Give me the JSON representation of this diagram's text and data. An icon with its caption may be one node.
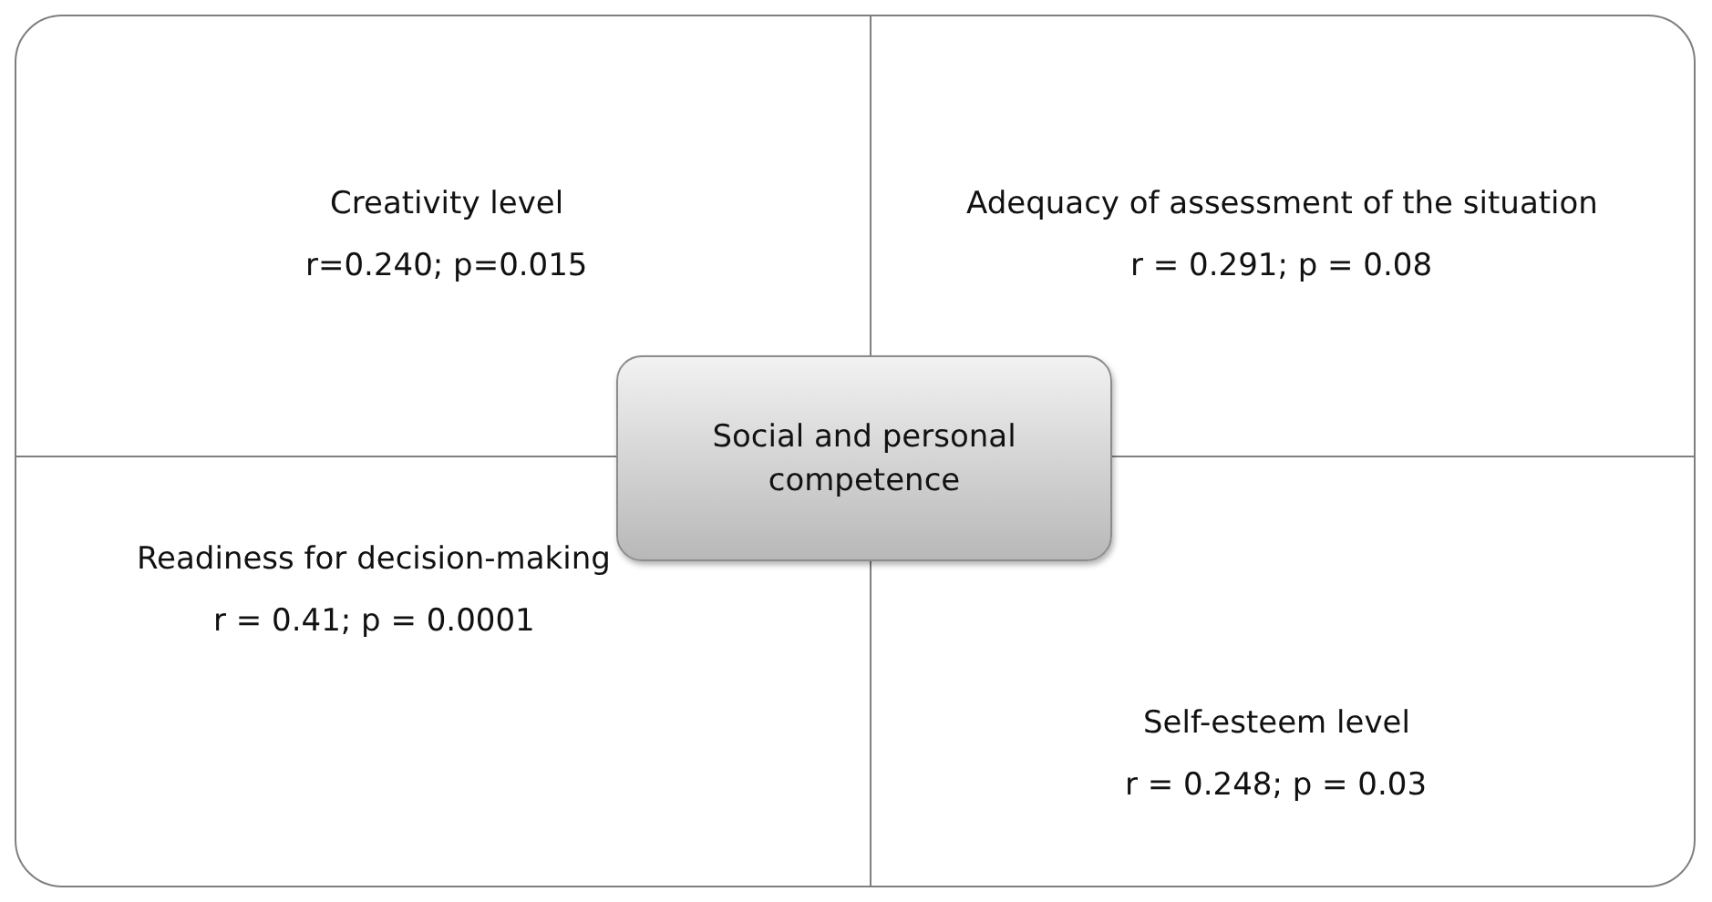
{
  "diagram": {
    "nodes": [
      {
        "text": [
          "Creativity level",
          "r=0.240; p=0.015"
        ]
      },
      {
        "text": [
          "Adequacy of assessment of the situation",
          "r = 0.291; p = 0.08"
        ]
      },
      {
        "text": [
          "Readiness for decision-making",
          "r = 0.41; p = 0.0001"
        ]
      },
      {
        "text": [
          "Self-esteem level",
          "r = 0.248; p = 0.03"
        ]
      },
      {
        "text": [
          "Social and personal competence"
        ]
      }
    ]
  }
}
